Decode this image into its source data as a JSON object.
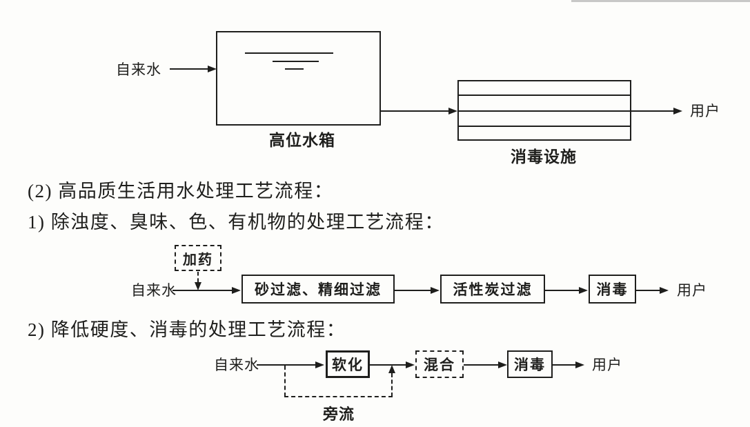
{
  "colors": {
    "ink": "#1e1e1c",
    "paper": "#fdfdfb",
    "scan_artifact": "#b5b5b5"
  },
  "top_diagram": {
    "source_label": "自来水",
    "tank_label": "高位水箱",
    "facility_label": "消毒设施",
    "user_label": "用户"
  },
  "headings": {
    "item2": "(2) 高品质生活用水处理工艺流程：",
    "sub1": "1) 除浊度、臭味、色、有机物的处理工艺流程：",
    "sub2": "2) 降低硬度、消毒的处理工艺流程："
  },
  "flow1": {
    "dosing_label": "加药",
    "source_label": "自来水",
    "boxes": [
      "砂过滤、精细过滤",
      "活性炭过滤",
      "消毒"
    ],
    "user_label": "用户"
  },
  "flow2": {
    "source_label": "自来水",
    "boxes": [
      "软化",
      "混合",
      "消毒"
    ],
    "user_label": "用户",
    "bypass_label": "旁流"
  }
}
